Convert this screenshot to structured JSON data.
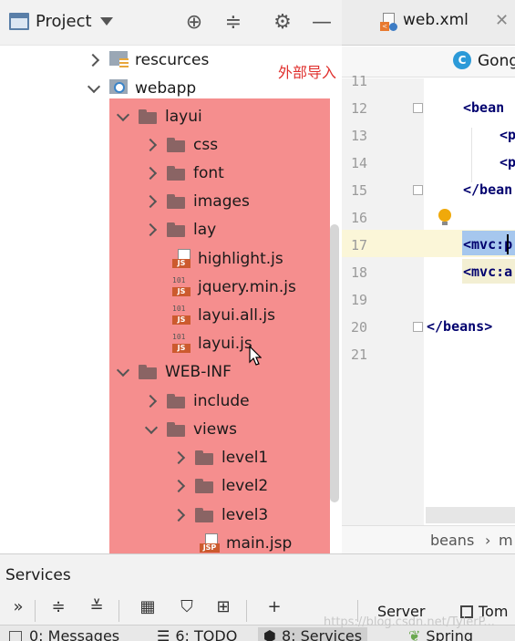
{
  "project_panel": {
    "title": "Project",
    "annotation": "外部导入",
    "tree": [
      {
        "label": "rescurces",
        "depth": 0,
        "expanded": false,
        "icon": "resources-folder-icon"
      },
      {
        "label": "webapp",
        "depth": 0,
        "expanded": true,
        "icon": "web-folder-icon"
      },
      {
        "label": "layui",
        "depth": 1,
        "expanded": true,
        "icon": "folder-icon"
      },
      {
        "label": "css",
        "depth": 2,
        "expanded": false,
        "icon": "folder-icon"
      },
      {
        "label": "font",
        "depth": 2,
        "expanded": false,
        "icon": "folder-icon"
      },
      {
        "label": "images",
        "depth": 2,
        "expanded": false,
        "icon": "folder-icon"
      },
      {
        "label": "lay",
        "depth": 2,
        "expanded": false,
        "icon": "folder-icon"
      },
      {
        "label": "highlight.js",
        "depth": 2,
        "icon": "js-file-icon"
      },
      {
        "label": "jquery.min.js",
        "depth": 2,
        "icon": "binary-js-file-icon"
      },
      {
        "label": "layui.all.js",
        "depth": 2,
        "icon": "binary-js-file-icon"
      },
      {
        "label": "layui.js",
        "depth": 2,
        "icon": "binary-js-file-icon"
      },
      {
        "label": "WEB-INF",
        "depth": 1,
        "expanded": true,
        "icon": "folder-icon"
      },
      {
        "label": "include",
        "depth": 2,
        "expanded": false,
        "icon": "folder-icon"
      },
      {
        "label": "views",
        "depth": 2,
        "expanded": true,
        "icon": "folder-icon"
      },
      {
        "label": "level1",
        "depth": 3,
        "expanded": false,
        "icon": "folder-icon"
      },
      {
        "label": "level2",
        "depth": 3,
        "expanded": false,
        "icon": "folder-icon"
      },
      {
        "label": "level3",
        "depth": 3,
        "expanded": false,
        "icon": "folder-icon"
      },
      {
        "label": "main.jsp",
        "depth": 3,
        "icon": "jsp-file-icon"
      }
    ]
  },
  "editor": {
    "tab_label": "web.xml",
    "breadcrumb_class": "Gong",
    "line_numbers": [
      "11",
      "12",
      "13",
      "14",
      "15",
      "16",
      "17",
      "18",
      "19",
      "20",
      "21"
    ],
    "lines": {
      "l12": "<bean",
      "l13": "<p",
      "l14": "<p",
      "l15": "</bean",
      "l17_tag": "<mvc:",
      "l17_rest": "p",
      "l18": "<mvc:a",
      "l20": "</beans>"
    },
    "footer_crumbs": [
      "beans",
      "›",
      "m"
    ]
  },
  "services": {
    "title": "Services",
    "tabs": [
      "Server",
      "Tom"
    ],
    "toolbar_glyphs": {
      "more": "»",
      "add": "+"
    }
  },
  "bottom_tabs": [
    "0: Messages",
    "6: TODO",
    "8: Services",
    "Spring"
  ],
  "watermark": "https://blog.csdn.net/TylerP..."
}
